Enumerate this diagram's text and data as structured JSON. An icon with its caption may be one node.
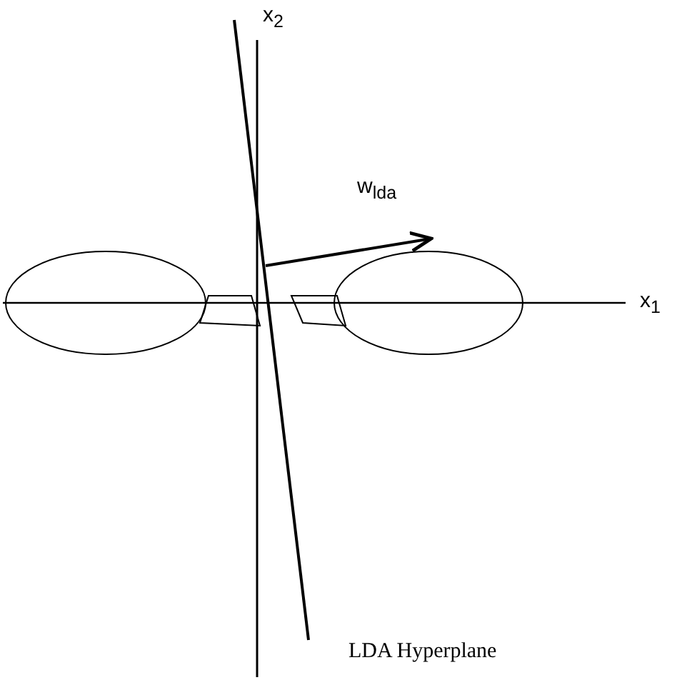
{
  "diagram": {
    "labels": [
      "x$_{2}$",
      "w$_{lda}$",
      "x$_{1}$",
      "LDA Hyperplane"
    ]
  }
}
